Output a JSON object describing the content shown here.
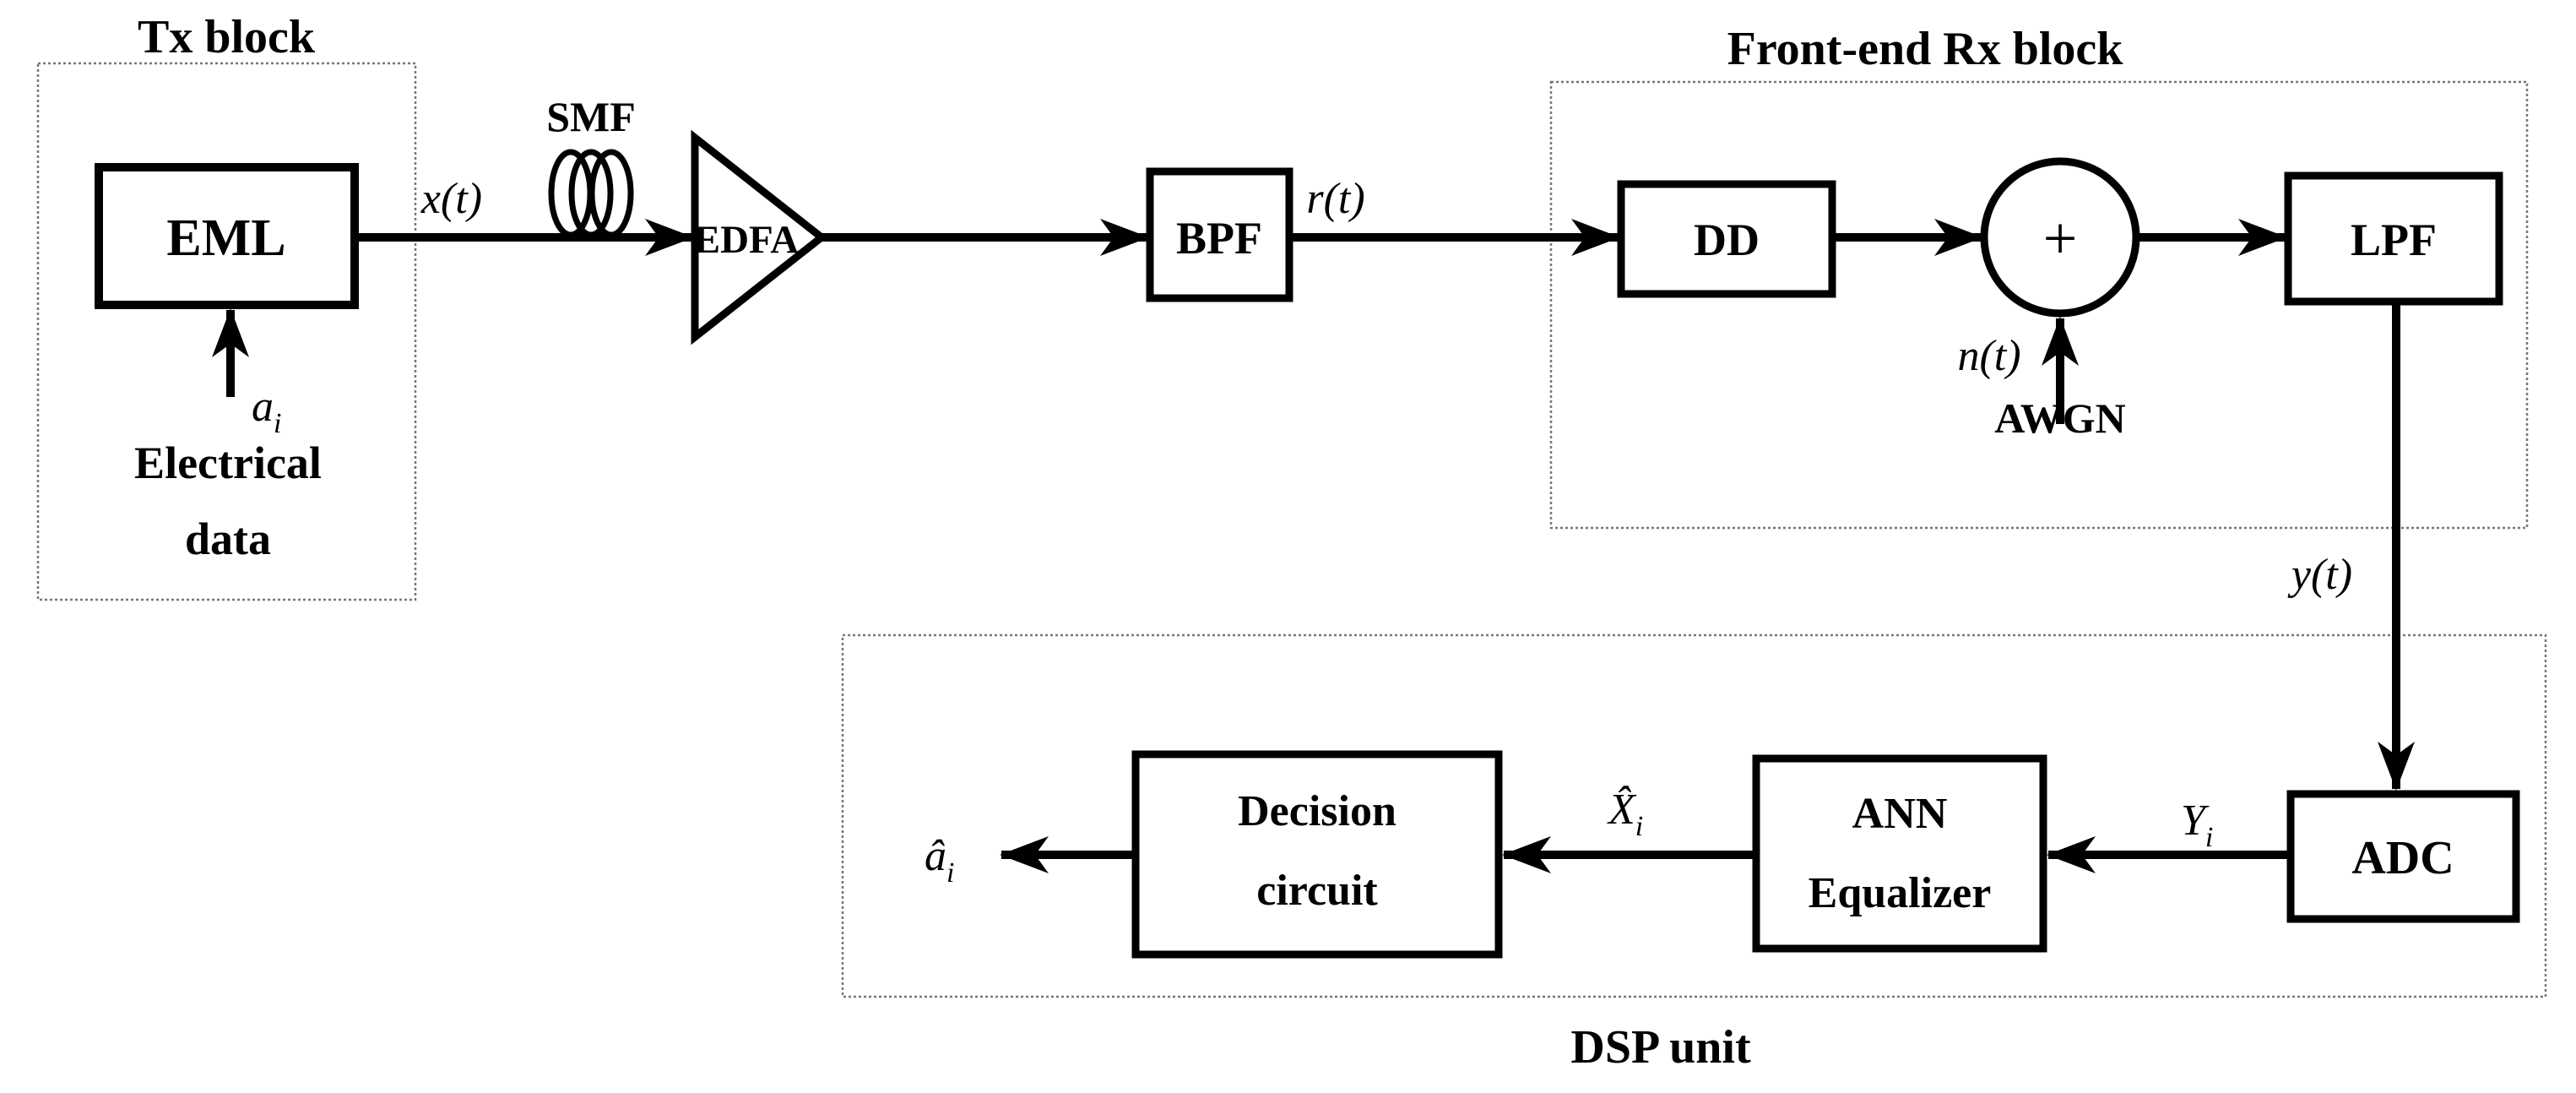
{
  "diagram": {
    "tx": {
      "title": "Tx block",
      "eml": "EML",
      "electrical_line1": "Electrical",
      "electrical_line2": "data",
      "input_symbol": {
        "base": "a",
        "sub": "i"
      }
    },
    "fiber": {
      "label": "SMF"
    },
    "amplifier": {
      "label": "EDFA"
    },
    "bandpass_filter": {
      "label": "BPF"
    },
    "rx": {
      "title": "Front-end Rx block",
      "dd": "DD",
      "adder_plus": "+",
      "noise_symbol": "n(t)",
      "noise_name": "AWGN",
      "lpf": "LPF"
    },
    "dsp": {
      "title": "DSP unit",
      "adc": "ADC",
      "ann_line1": "ANN",
      "ann_line2": "Equalizer",
      "decision_line1": "Decision",
      "decision_line2": "circuit"
    },
    "signals": {
      "x_t": "x(t)",
      "r_t": "r(t)",
      "y_t": "y(t)",
      "Y_i": {
        "base": "Y",
        "sub": "i"
      },
      "X_hat_i": {
        "base": "X̂",
        "sub": "i"
      },
      "a_hat_i": {
        "base": "â",
        "sub": "i"
      }
    }
  },
  "colors": {
    "ink": "#000000",
    "dotted_border": "#777777",
    "background": "#ffffff"
  }
}
